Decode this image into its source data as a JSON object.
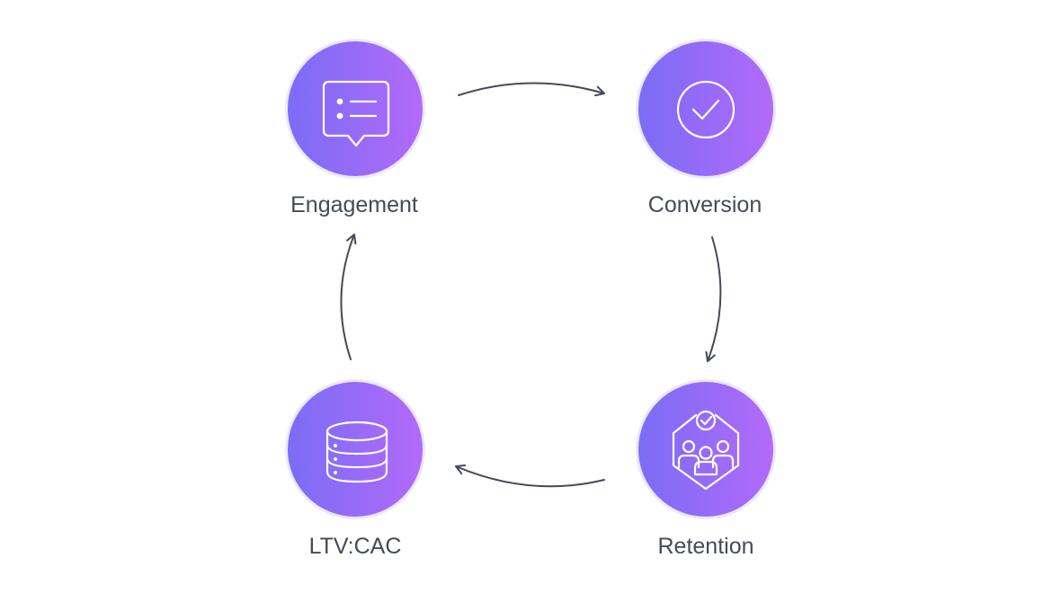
{
  "diagram": {
    "colors": {
      "gradient_start": "#7b6cf6",
      "gradient_end": "#b26af9",
      "ring": "#ece8fd",
      "arrow": "#454a5a",
      "label": "#454a5a"
    },
    "stages": [
      {
        "id": "engagement",
        "label": "Engagement",
        "icon": "chat-list-icon"
      },
      {
        "id": "conversion",
        "label": "Conversion",
        "icon": "check-circle-icon"
      },
      {
        "id": "retention",
        "label": "Retention",
        "icon": "users-hexagon-icon"
      },
      {
        "id": "ltv-cac",
        "label": "LTV:CAC",
        "icon": "database-icon"
      }
    ],
    "flow": [
      {
        "from": "engagement",
        "to": "conversion"
      },
      {
        "from": "conversion",
        "to": "retention"
      },
      {
        "from": "retention",
        "to": "ltv-cac"
      },
      {
        "from": "ltv-cac",
        "to": "engagement"
      }
    ]
  }
}
